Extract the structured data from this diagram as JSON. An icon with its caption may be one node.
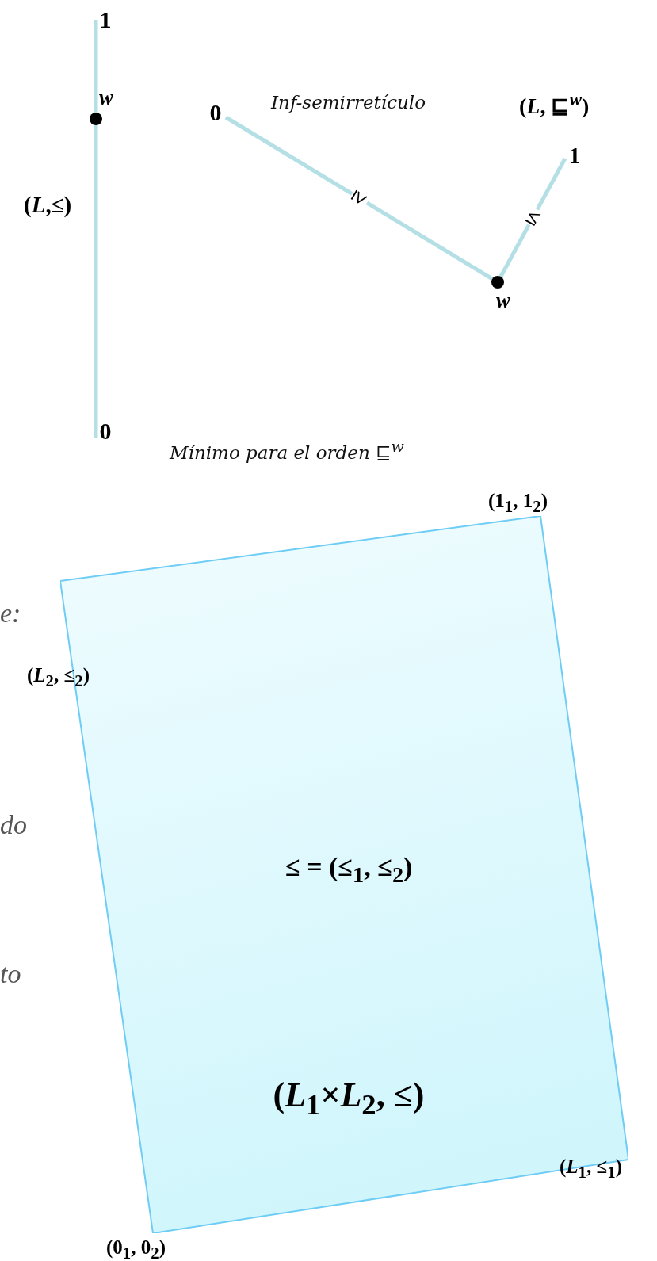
{
  "diagram": {
    "nodes": [
      {
        "text": [
          "1"
        ]
      },
      {
        "text": [],
        "shape": "circle",
        "beside": [
          "w"
        ]
      },
      {
        "text": [
          "0"
        ]
      },
      {
        "text": [
          "0"
        ]
      },
      {
        "text": [],
        "shape": "circle",
        "beside": [
          "w"
        ]
      },
      {
        "text": [
          "1"
        ]
      },
      {
        "text": [
          "≤ = (≤$_{1}$, ≤$_{2}$)",
          "(*L*$_{1}$×*L*$_{2}$, ≤)"
        ]
      }
    ],
    "edges": [
      {
        "from": 0,
        "to": 1,
        "arrow": "none"
      },
      {
        "from": 1,
        "to": 2,
        "arrow": "none"
      },
      {
        "from": 3,
        "to": 4,
        "arrow": "none",
        "label": "≥"
      },
      {
        "from": 4,
        "to": 5,
        "arrow": "none",
        "label": "≤"
      }
    ],
    "labels": [
      "(*L*,≤)",
      "Inf-semirretículo",
      "(*L*, ⊑$^{w}$)",
      "Mínimo para el orden ⊑$^{w}$",
      "(1$_{1}$, 1$_{2}$)",
      "e:",
      "(*L*$_{2}$, ≤$_{2}$)",
      "do",
      "to",
      "(*L*$_{1}$, ≤$_{1}$)",
      "(0$_{1}$, 0$_{2}$)"
    ]
  }
}
